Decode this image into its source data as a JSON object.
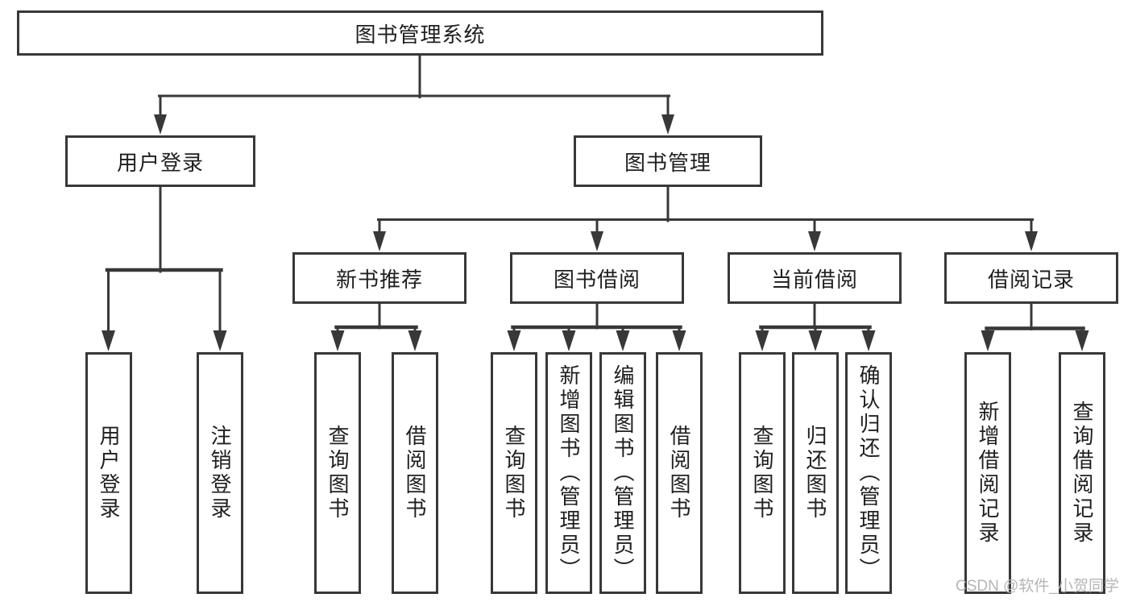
{
  "colors": {
    "line": "#383838",
    "box_border": "#383838",
    "box_background": "#ffffff",
    "text": "#1f1f1f",
    "watermark": "#b5b5b5",
    "background": "#ffffff"
  },
  "nodes": {
    "root": "图书管理系统",
    "level2": [
      "用户登录",
      "图书管理"
    ],
    "level3": [
      "新书推荐",
      "图书借阅",
      "当前借阅",
      "借阅记录"
    ],
    "user_login_children": [
      "用户登录",
      "注销登录"
    ],
    "new_book_children": [
      "查询图书",
      "借阅图书"
    ],
    "book_borrow_children": [
      "查询图书",
      "新增图书（管理员）",
      "编辑图书（管理员）",
      "借阅图书"
    ],
    "current_borrow_children": [
      "查询图书",
      "归还图书",
      "确认归还（管理员）"
    ],
    "borrow_record_children": [
      "新增借阅记录",
      "查询借阅记录"
    ]
  },
  "watermark": {
    "text": "CSDN @软件_小贺同学"
  }
}
